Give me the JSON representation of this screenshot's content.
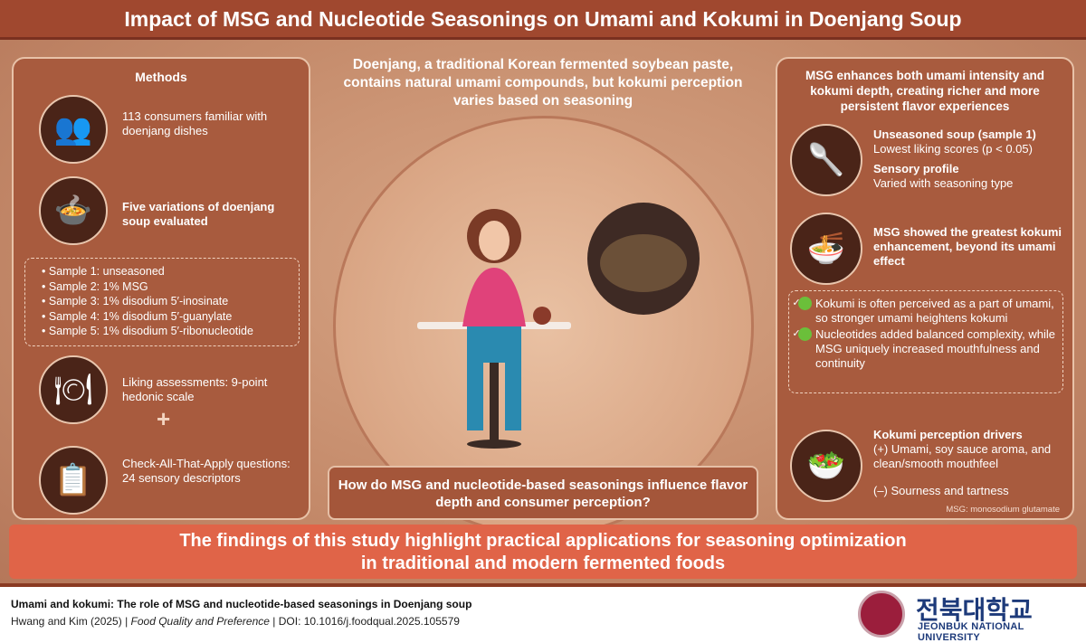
{
  "header": {
    "title": "Impact of MSG and Nucleotide Seasonings on Umami and Kokumi in Doenjang Soup"
  },
  "methods": {
    "title": "Methods",
    "consumers": "113 consumers familiar with doenjang dishes",
    "variations": "Five variations of doenjang soup evaluated",
    "samples": [
      "Sample 1: unseasoned",
      "Sample 2: 1% MSG",
      "Sample 3: 1% disodium 5′-inosinate",
      "Sample 4: 1% disodium 5′-guanylate",
      "Sample 5: 1% disodium 5′-ribonucleotide"
    ],
    "liking": "Liking assessments: 9-point hedonic scale",
    "plus": "+",
    "cata": "Check-All-That-Apply questions: 24 sensory descriptors"
  },
  "center": {
    "intro": "Doenjang, a traditional Korean fermented soybean paste, contains natural umami compounds, but kokumi perception varies based on seasoning",
    "question": "How do MSG and nucleotide-based seasonings influence flavor depth and consumer perception?"
  },
  "results": {
    "title": "MSG enhances both umami intensity and kokumi depth, creating richer and more persistent flavor experiences",
    "unseasoned_head": "Unseasoned soup (sample 1)",
    "unseasoned_body": "Lowest liking scores (p < 0.05)",
    "profile_head": "Sensory profile",
    "profile_body": "Varied with seasoning type",
    "msg_head": "MSG showed the greatest kokumi enhancement, beyond its umami effect",
    "checks": [
      "Kokumi is often perceived as a part of umami, so stronger umami heightens kokumi",
      "Nucleotides added balanced complexity, while MSG uniquely increased mouthfulness and continuity"
    ],
    "drivers_head": "Kokumi perception drivers",
    "drivers_pos": "(+) Umami, soy sauce aroma, and clean/smooth mouthfeel",
    "drivers_neg": "(–) Sourness and tartness",
    "note": "MSG: monosodium glutamate"
  },
  "banner": {
    "line1": "The findings of this study highlight practical applications for seasoning optimization",
    "line2": "in traditional and modern fermented foods"
  },
  "footer": {
    "ref_title": "Umami and kokumi: The role of MSG and nucleotide-based seasonings in Doenjang soup",
    "authors": "Hwang and Kim (2025)",
    "journal": "Food Quality and Preference",
    "doi": "DOI: 10.1016/j.foodqual.2025.105579",
    "logo_ko": "전북대학교",
    "logo_en": "JEONBUK NATIONAL UNIVERSITY"
  },
  "colors": {
    "header": "#a0482f",
    "panel": "#a85b3e",
    "banner": "#e06448",
    "check": "#6bbf3a"
  }
}
